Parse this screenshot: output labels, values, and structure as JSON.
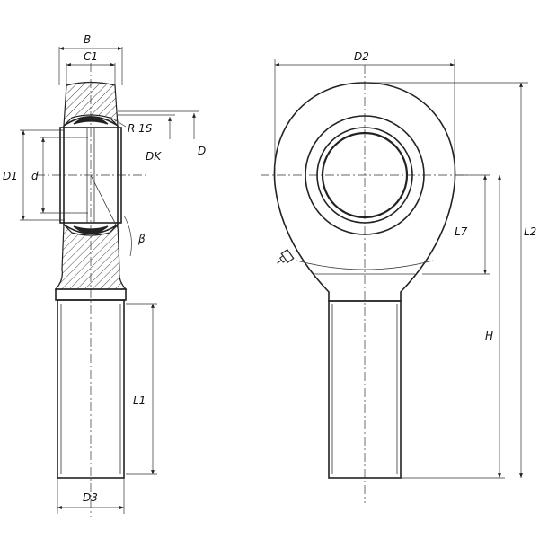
{
  "labels": {
    "B": "B",
    "C1": "C1",
    "R1S": "R 1S",
    "DK": "DK",
    "D": "D",
    "D1": "D1",
    "d": "d",
    "beta": "β",
    "L1": "L1",
    "D3": "D3",
    "D2": "D2",
    "L7": "L7",
    "H": "H",
    "L2": "L2"
  }
}
